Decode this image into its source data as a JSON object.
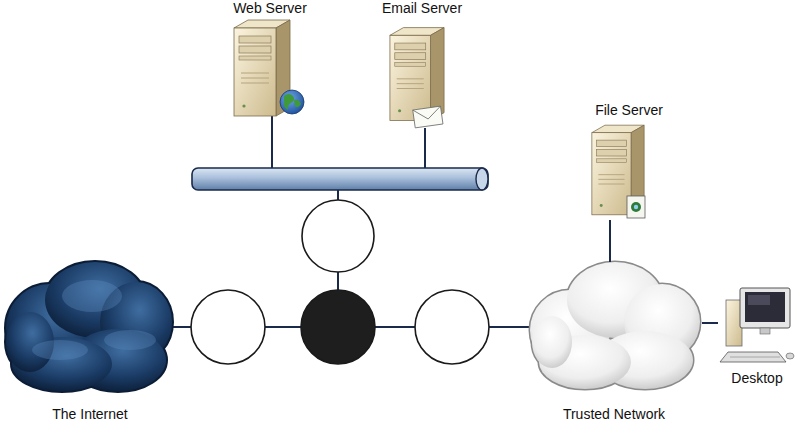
{
  "diagram": {
    "nodes": [
      {
        "text": [
          "Web Server"
        ]
      },
      {
        "text": [
          "Email Server"
        ]
      },
      {
        "text": [
          "File Server"
        ]
      },
      {
        "text": [
          "The Internet"
        ]
      },
      {
        "text": [
          "Trusted Network"
        ]
      },
      {
        "text": [
          "Desktop"
        ]
      }
    ],
    "edges": [
      {
        "from": 2,
        "to": 4,
        "arrow": "none"
      },
      {
        "from": 4,
        "to": 5,
        "arrow": "none"
      }
    ]
  }
}
